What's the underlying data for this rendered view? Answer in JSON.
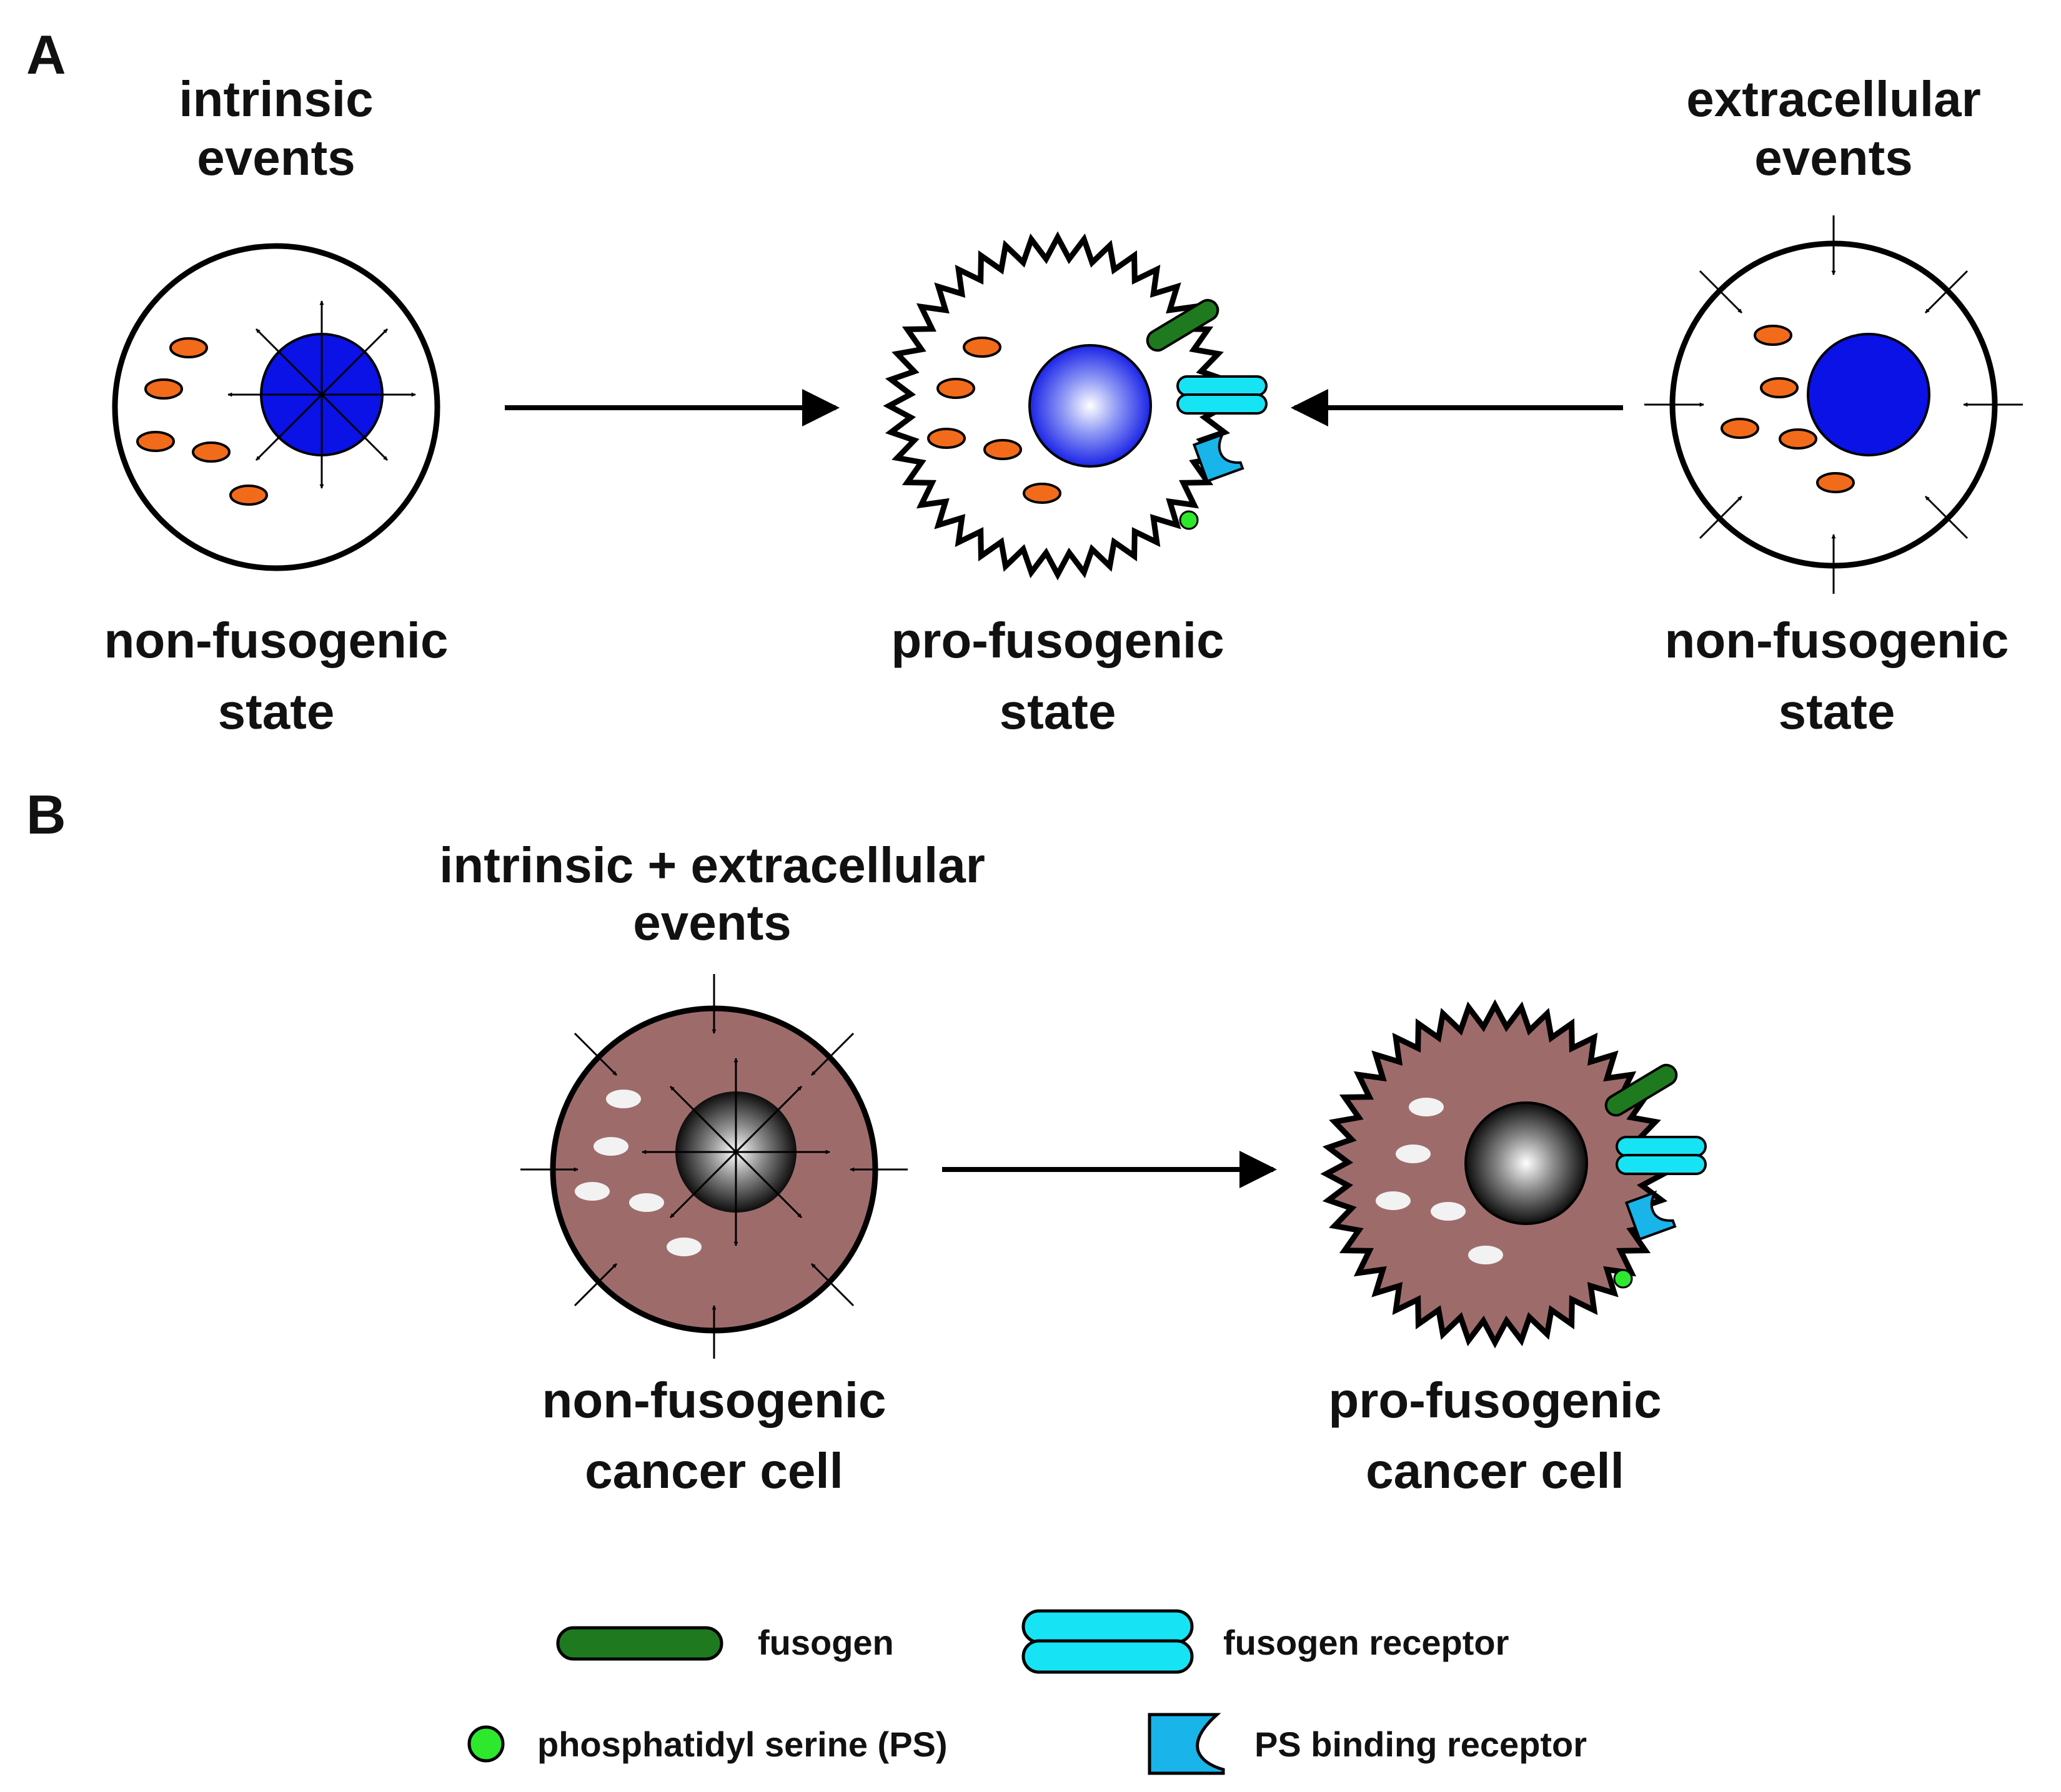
{
  "panels": {
    "a": "A",
    "b": "B"
  },
  "panel_a": {
    "left_heading": [
      "intrinsic",
      "events"
    ],
    "right_heading": [
      "extracellular",
      "events"
    ],
    "left_caption": [
      "non-fusogenic",
      "state"
    ],
    "center_caption": [
      "pro-fusogenic",
      "state"
    ],
    "right_caption": [
      "non-fusogenic",
      "state"
    ]
  },
  "panel_b": {
    "heading": [
      "intrinsic + extracellular",
      "events"
    ],
    "left_caption": [
      "non-fusogenic",
      "cancer cell"
    ],
    "right_caption": [
      "pro-fusogenic",
      "cancer cell"
    ]
  },
  "legend": {
    "fusogen": "fusogen",
    "fusogen_receptor": "fusogen receptor",
    "ps": "phosphatidyl serine (PS)",
    "ps_receptor": "PS binding receptor"
  },
  "colors": {
    "nucleus_blue": "#0a12e6",
    "organelle_orange": "#f26b1a",
    "fusogen_green": "#1f7a1f",
    "fusogen_receptor_cyan": "#16e4f5",
    "ps_receptor_blue": "#18b4ea",
    "ps_green": "#2ee82e",
    "cancer_cytoplasm": "#9e6b6b"
  }
}
